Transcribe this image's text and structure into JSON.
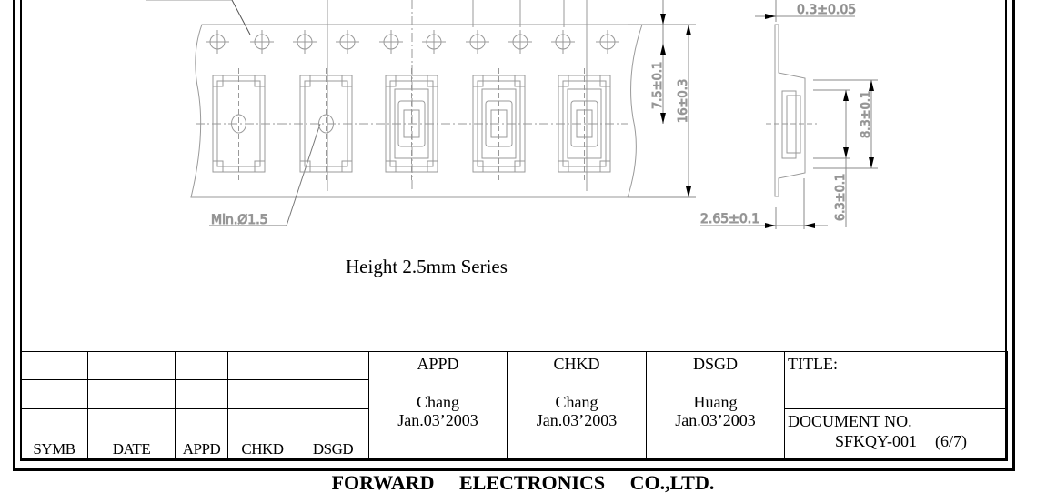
{
  "drawing": {
    "dimensions": {
      "hole_min": "Min.Ø1.5",
      "pitch_to_center": "7.5±0.1",
      "tape_width": "16±0.3",
      "pocket_depth": "8.3±0.1",
      "half_width": "6.3±0.1",
      "height": "2.65±0.1",
      "thickness": "0.3±0.05"
    },
    "caption": "Height 2.5mm Series"
  },
  "title_block": {
    "revision_headers": [
      "SYMB",
      "DATE",
      "APPD",
      "CHKD",
      "DSGD"
    ],
    "signatures": [
      {
        "role": "APPD",
        "name": "Chang",
        "date": "Jan.03’2003"
      },
      {
        "role": "CHKD",
        "name": "Chang",
        "date": "Jan.03’2003"
      },
      {
        "role": "DSGD",
        "name": "Huang",
        "date": "Jan.03’2003"
      }
    ],
    "title_label": "TITLE:",
    "document_no_label": "DOCUMENT NO.",
    "document_no": "SFKQY-001",
    "page": "(6/7)"
  },
  "company": "FORWARD ELECTRONICS CO.,LTD."
}
